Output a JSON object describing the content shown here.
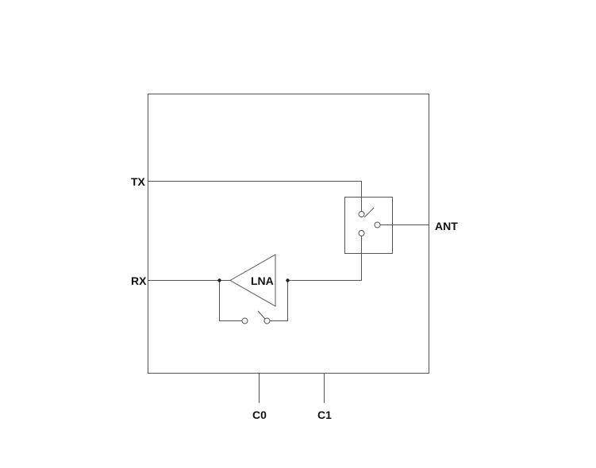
{
  "diagram": {
    "pins": {
      "tx": "TX",
      "rx": "RX",
      "ant": "ANT",
      "c0": "C0",
      "c1": "C1"
    },
    "amplifier_label": "LNA"
  }
}
